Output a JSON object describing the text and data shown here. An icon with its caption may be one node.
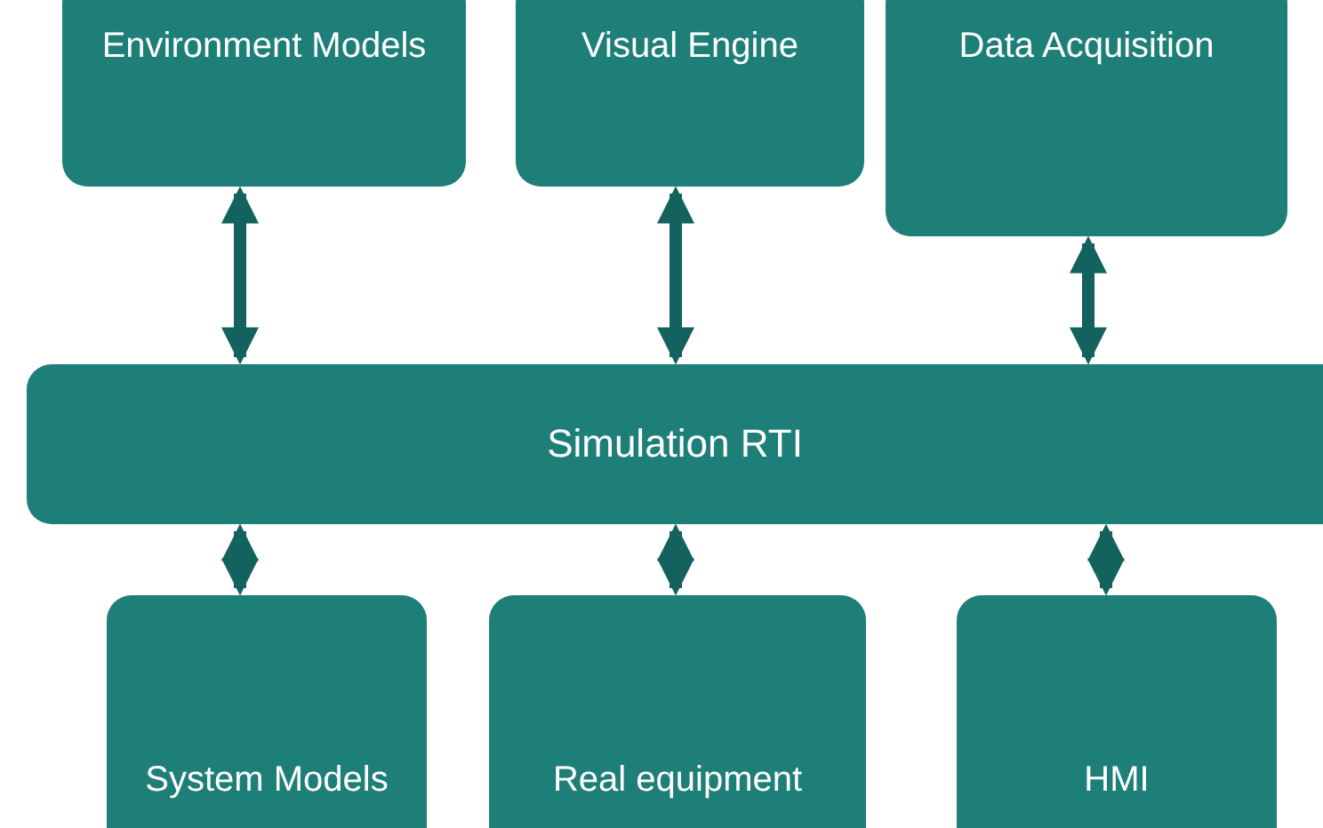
{
  "diagram": {
    "nodes": [
      {
        "text": [
          "Environment Models"
        ]
      },
      {
        "text": [
          "Visual Engine"
        ]
      },
      {
        "text": [
          "Data Acquisition"
        ]
      },
      {
        "text": [
          "Simulation RTI"
        ]
      },
      {
        "text": [
          "System Models"
        ]
      },
      {
        "text": [
          "Real equipment"
        ]
      },
      {
        "text": [
          "HMI"
        ]
      }
    ],
    "edges": [
      {
        "from": 0,
        "to": 3,
        "arrow": "both"
      },
      {
        "from": 1,
        "to": 3,
        "arrow": "both"
      },
      {
        "from": 2,
        "to": 3,
        "arrow": "both"
      },
      {
        "from": 3,
        "to": 4,
        "arrow": "both"
      },
      {
        "from": 3,
        "to": 5,
        "arrow": "both"
      },
      {
        "from": 3,
        "to": 6,
        "arrow": "both"
      }
    ]
  }
}
